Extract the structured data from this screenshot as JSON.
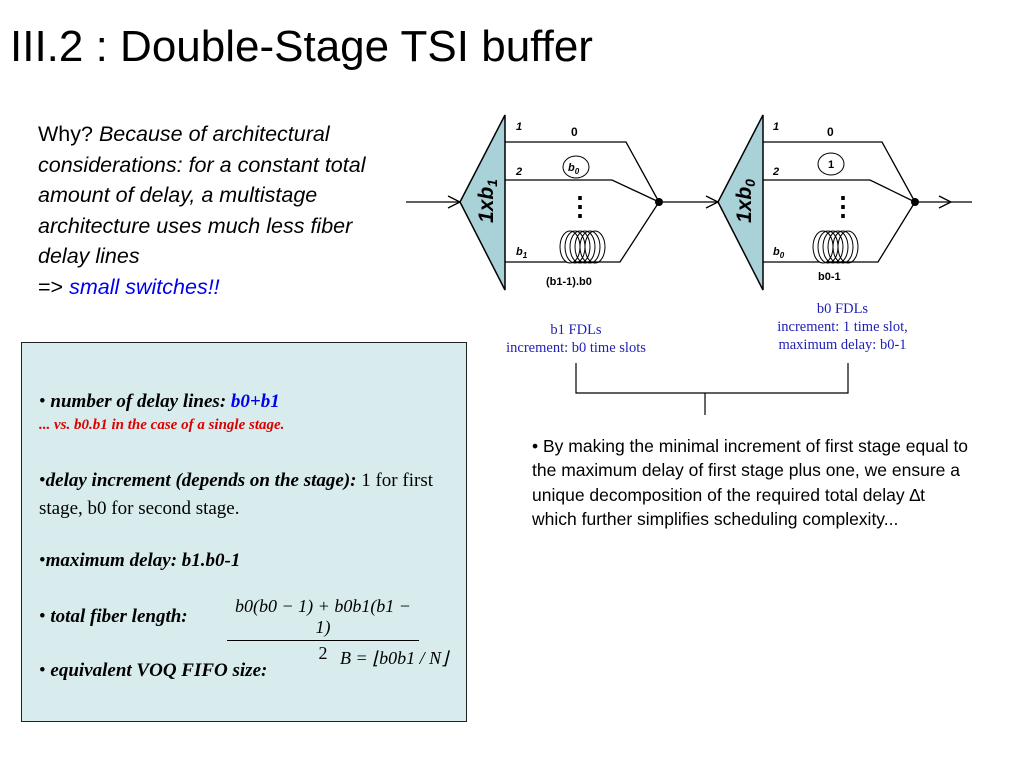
{
  "slide": {
    "title": "III.2 : Double-Stage TSI buffer"
  },
  "why": {
    "lead": "Why?",
    "body": "Because of architectural considerations: for a constant total amount of delay, a multistage architecture uses much less fiber delay lines",
    "arrow": "=>",
    "highlight": "small switches!!"
  },
  "diagram": {
    "stage1": {
      "switch_label": "1xb",
      "switch_sub": "1",
      "port_top": "1",
      "port_mid": "2",
      "port_bot_base": "b",
      "port_bot_sub": "1",
      "line_top_label": "0",
      "line_mid_base": "b",
      "line_mid_sub": "0",
      "ellipsis": "⋮",
      "coil_label": "(b1-1).b0"
    },
    "stage2": {
      "switch_label": "1xb",
      "switch_sub": "0",
      "port_top": "1",
      "port_mid": "2",
      "port_bot_base": "b",
      "port_bot_sub": "0",
      "line_top_label": "0",
      "line_mid_label": "1",
      "ellipsis": "⋮",
      "coil_label": "b0-1"
    }
  },
  "captions": {
    "stage1_line1": "b1 FDLs",
    "stage1_line2": "increment: b0 time slots",
    "stage2_line1": "b0 FDLs",
    "stage2_line2": "increment: 1 time slot,",
    "stage2_line3": "maximum delay: b0-1"
  },
  "note": "• By making the minimal increment of first stage equal to the maximum delay of first stage plus one, we ensure a unique decomposition of the required total delay ∆t which further simplifies scheduling complexity...",
  "box": {
    "item1_label": "number of delay lines:",
    "item1_value": "b0+b1",
    "item1_note": "... vs. b0.b1 in the case of a single stage.",
    "item2_label": "delay increment (depends on the stage):",
    "item2_value": "1 for first stage, b0 for second stage.",
    "item3_label": "maximum delay: b1.b0-1",
    "item4_label": "total fiber length:",
    "item4_numerator": "b0(b0 − 1) + b0b1(b1 − 1)",
    "item4_denominator": "2",
    "item5_label": "equivalent VOQ FIFO size:",
    "item5_formula": "B = ⌊b0b1 / N⌋"
  }
}
